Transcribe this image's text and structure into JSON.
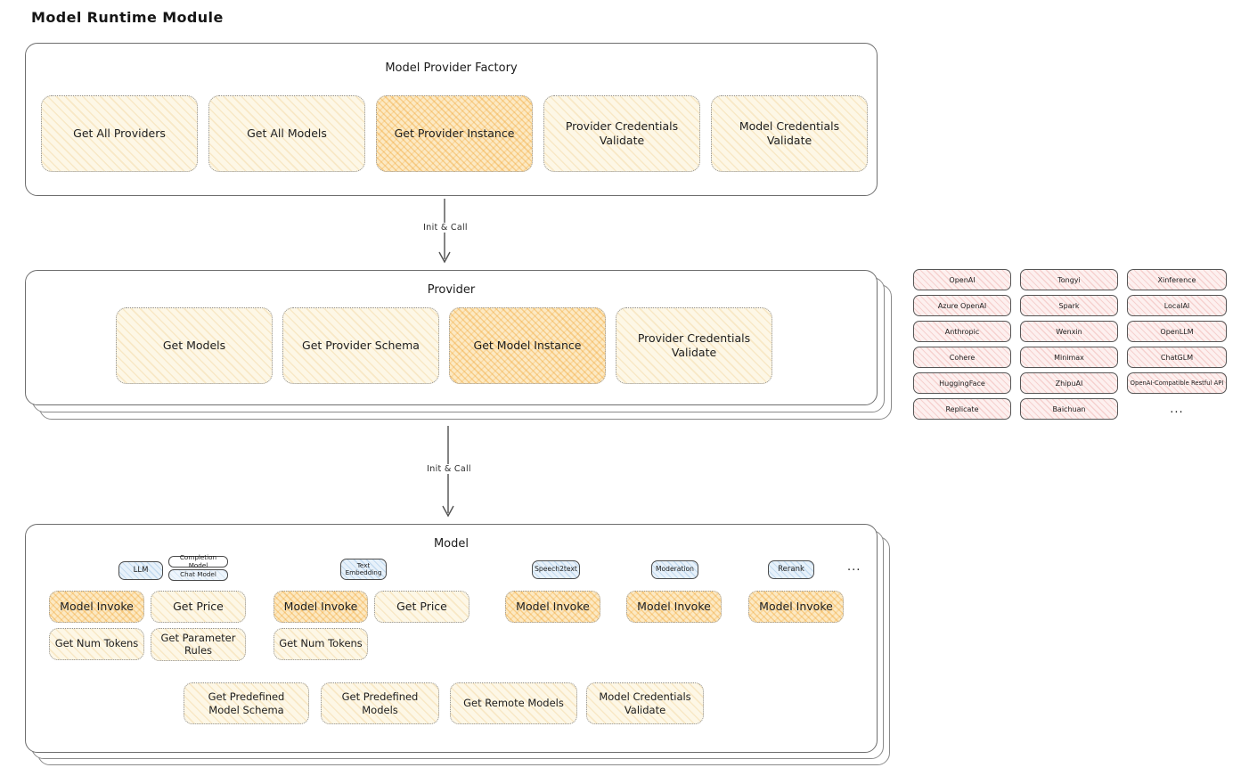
{
  "page_title": "Model Runtime Module",
  "flow": {
    "arrow1_label": "Init & Call",
    "arrow2_label": "Init & Call"
  },
  "factory": {
    "title": "Model Provider Factory",
    "items": [
      {
        "label": "Get All Providers",
        "highlight": false
      },
      {
        "label": "Get All Models",
        "highlight": false
      },
      {
        "label": "Get Provider Instance",
        "highlight": true
      },
      {
        "label": "Provider Credentials Validate",
        "highlight": false
      },
      {
        "label": "Model Credentials Validate",
        "highlight": false
      }
    ]
  },
  "provider": {
    "title": "Provider",
    "items": [
      {
        "label": "Get Models",
        "highlight": false
      },
      {
        "label": "Get Provider Schema",
        "highlight": false
      },
      {
        "label": "Get Model Instance",
        "highlight": true
      },
      {
        "label": "Provider Credentials Validate",
        "highlight": false
      }
    ]
  },
  "provider_list": {
    "items": [
      "OpenAI",
      "Tongyi",
      "Xinference",
      "Azure OpenAI",
      "Spark",
      "LocalAI",
      "Anthropic",
      "Wenxin",
      "OpenLLM",
      "Cohere",
      "Minimax",
      "ChatGLM",
      "HuggingFace",
      "ZhipuAI",
      "OpenAI-Compatible Restful API",
      "Replicate",
      "Baichuan"
    ],
    "more_label": "..."
  },
  "model": {
    "title": "Model",
    "tabs": {
      "llm": "LLM",
      "completion_model": "Completion Model",
      "chat_model": "Chat Model",
      "text_embedding": "Text Embedding",
      "speech2text": "Speech2text",
      "moderation": "Moderation",
      "rerank": "Rerank",
      "more": "..."
    },
    "functions": {
      "llm": {
        "model_invoke": "Model Invoke",
        "get_price": "Get Price",
        "get_num_tokens": "Get Num Tokens",
        "get_parameter_rules": "Get Parameter Rules"
      },
      "text_embedding": {
        "model_invoke": "Model Invoke",
        "get_price": "Get Price",
        "get_num_tokens": "Get Num Tokens"
      },
      "speech2text": {
        "model_invoke": "Model Invoke"
      },
      "moderation": {
        "model_invoke": "Model Invoke"
      },
      "rerank": {
        "model_invoke": "Model Invoke"
      }
    },
    "shared": [
      "Get Predefined Model Schema",
      "Get Predefined Models",
      "Get Remote Models",
      "Model Credentials Validate"
    ]
  },
  "colors": {
    "yellow_fill": "#fdf7e6",
    "yellow_hatch": "#e9b256",
    "orange_fill": "#fce9c3",
    "orange_hatch": "#f0a028",
    "pink_fill": "#fdf0ef",
    "pink_hatch": "#e17873",
    "blue_fill": "#e7f1fa",
    "blue_hatch": "#78aad7",
    "ink": "#1d1d1d"
  }
}
